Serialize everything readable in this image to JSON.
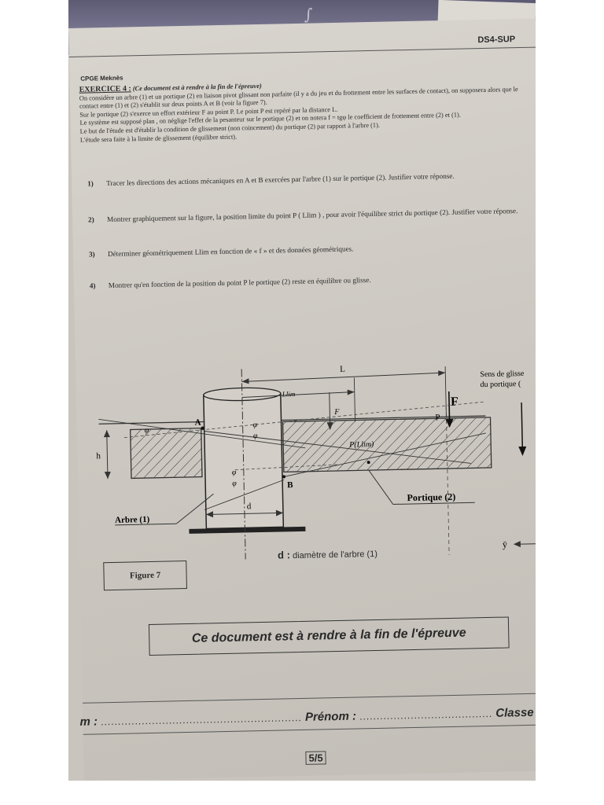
{
  "header": {
    "ds_label": "DS4-SUP",
    "school": "CPGE Meknès"
  },
  "exercise": {
    "title": "EXERCICE 4 :",
    "note": "(Ce document est à rendre à la fin de l'épreuve)",
    "paragraphs": [
      "On considère un arbre (1) et un portique (2) en liaison pivot glissant non parfaite (il y a du jeu et du frottement entre les surfaces de contact), on supposera alors que le contact entre (1) et (2) s'établit sur deux points A et B (voir la figure 7).",
      "Sur le portique (2) s'exerce un effort extérieur F au point P. Le point P est repéré par la distance L.",
      "Le système est supposé plan , on néglige l'effet de la pesanteur sur le portique (2) et on notera f = tgφ le coefficient de frottement entre (2) et (1).",
      "Le but de l'étude est d'établir la condition de glissement (non coincement) du portique (2) par rapport à l'arbre (1).",
      "L'étude sera faite à la limite de glissement (équilibre strict)."
    ]
  },
  "questions": [
    {
      "num": "1)",
      "text": "Tracer les directions des actions mécaniques en A et B exercées par l'arbre (1) sur le portique (2). Justifier votre réponse."
    },
    {
      "num": "2)",
      "text": "Montrer graphiquement sur la figure, la position limite du point P ( Llim ) , pour avoir l'équilibre strict du portique (2). Justifier votre réponse."
    },
    {
      "num": "3)",
      "text": "Déterminer géométriquement Llim en fonction de « f » et des données géométriques."
    },
    {
      "num": "4)",
      "text": "Montrer qu'en fonction de la position du point P le portique (2) reste en équilibre ou glisse."
    }
  ],
  "figure": {
    "label_L": "L",
    "label_Llim": "Llim",
    "label_F": "F",
    "label_F_handwritten": "F",
    "label_sens": "Sens de glisse",
    "label_sens2": "du portique (",
    "label_P": "P",
    "label_A": "A",
    "label_B": "B",
    "label_h": "h",
    "label_d": "d",
    "label_phi": "φ",
    "label_PLlim": "P(Llim)",
    "label_arbre": "Arbre (1)",
    "label_portique": "Portique (2)",
    "label_y": "ȳ",
    "caption": "Figure 7",
    "diameter_key": "d :",
    "diameter_text": "diamètre de l'arbre (1)"
  },
  "footer": {
    "render_notice": "Ce document est à rendre à la fin de l'épreuve",
    "name_label": "m :",
    "name_dots": "...........................................................",
    "prenom_label": "Prénom :",
    "prenom_dots": ".......................................",
    "classe_label": "Classe",
    "page": "5/5"
  }
}
